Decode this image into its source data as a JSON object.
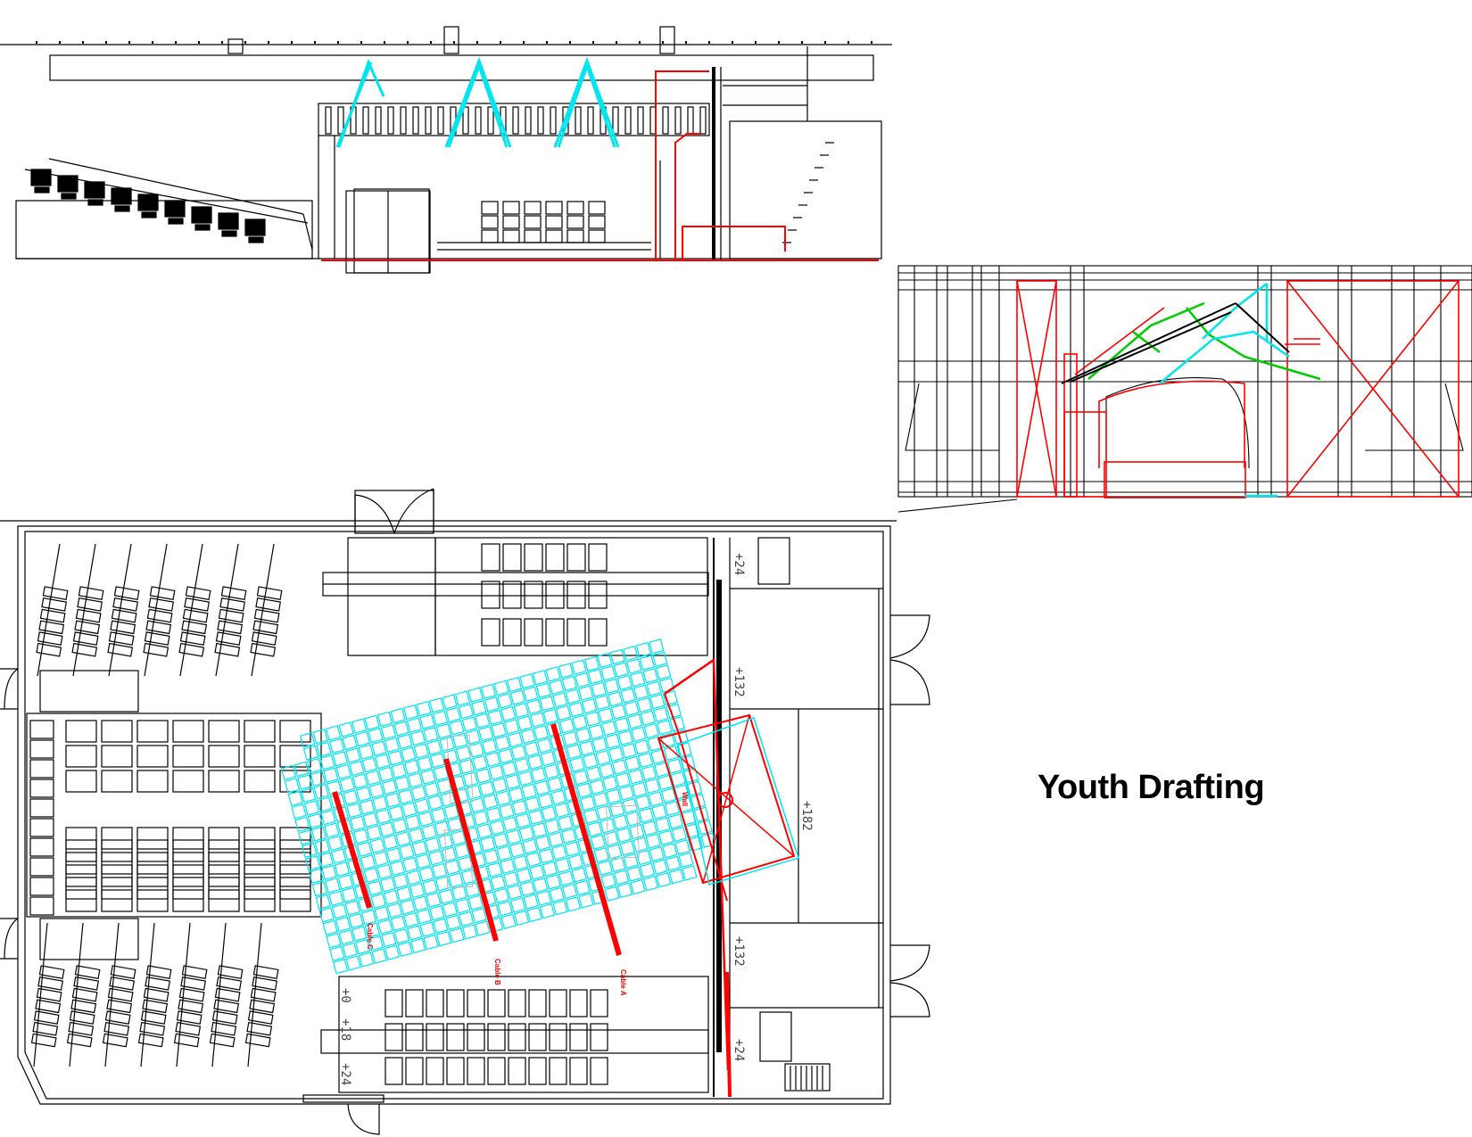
{
  "title": "Youth Drafting",
  "colors": {
    "structure": "#000000",
    "electrical": "#ff0000",
    "lighting_grid": "#00e5ee",
    "truss_secondary": "#00cc00"
  },
  "plan": {
    "dimensions": {
      "top_right": "+24",
      "upper_mid": "+132",
      "center": "+182",
      "lower_mid": "+132",
      "bottom_right": "+24",
      "bottom_left_a": "+0",
      "bottom_left_b": "+18",
      "bottom_left_c": "+24"
    },
    "cable_labels": {
      "cable_a": "Cable A",
      "cable_b": "Cable B",
      "cable_c": "Cable C",
      "wall": "Wall"
    }
  },
  "views": {
    "section": "long-section-elevation",
    "end_elevation": "end-elevation",
    "floor_plan": "floor-plan"
  }
}
